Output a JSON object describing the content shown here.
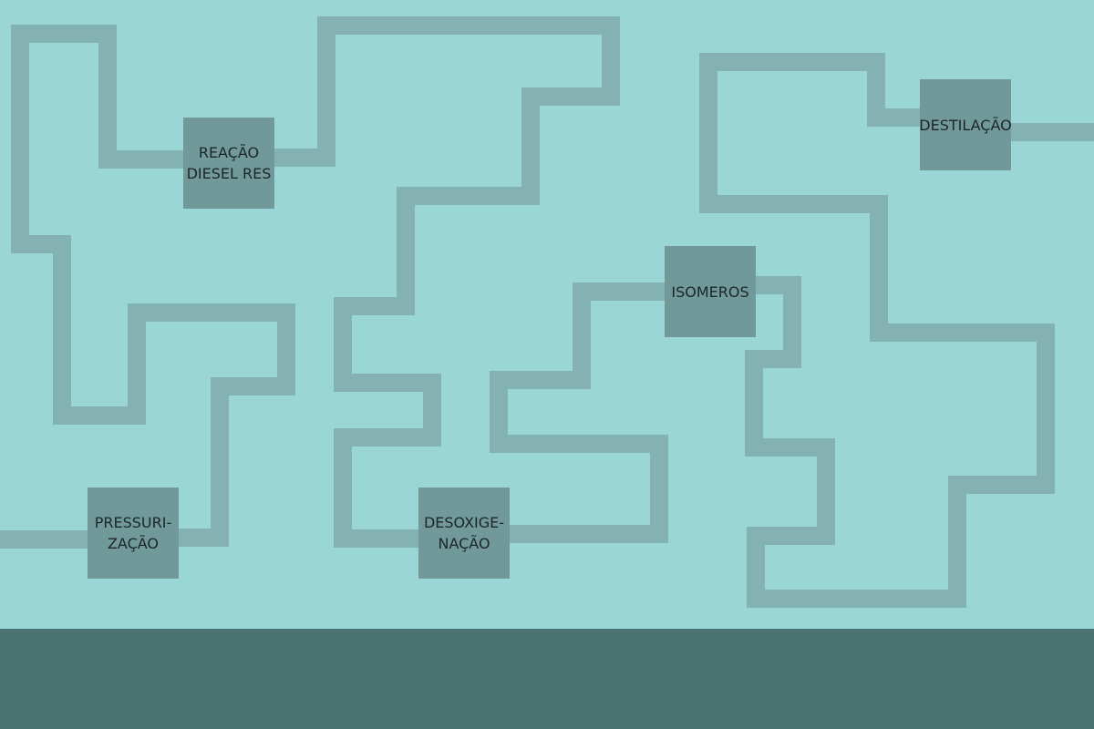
{
  "stations": {
    "reacao": {
      "label": "REAÇÃO\nDIESEL RES"
    },
    "destilacao": {
      "label": "DESTILAÇÃO"
    },
    "isomeros": {
      "label": "ISOMEROS"
    },
    "pressurizacao": {
      "label": "PRESSURI-\nZAÇÃO"
    },
    "desoxigenacao": {
      "label": "DESOXIGE-\nNAÇÃO"
    }
  },
  "colors": {
    "background": "#9bd6d6",
    "pipe": "#84b2b2",
    "station": "#71999a",
    "ground": "#4a7270",
    "text": "#1c2626"
  }
}
